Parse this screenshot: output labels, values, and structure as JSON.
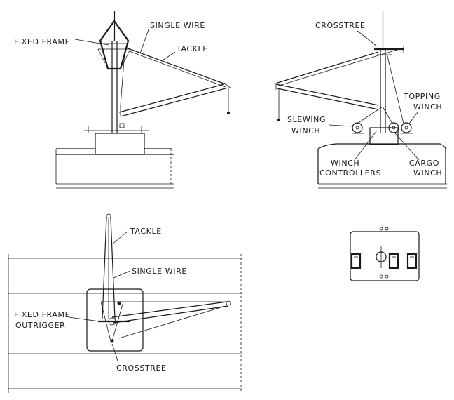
{
  "labels": {
    "front_fixed_frame": "FIXED FRAME",
    "front_single_wire": "SINGLE WIRE",
    "front_tackle": "TACKLE",
    "side_crosstree": "CROSSTREE",
    "side_topping_winch_1": "TOPPING",
    "side_topping_winch_2": "WINCH",
    "side_slewing_winch_1": "SLEWING",
    "side_slewing_winch_2": "WINCH",
    "side_winch_controllers_1": "WINCH",
    "side_winch_controllers_2": "CONTROLLERS",
    "side_cargo_winch_1": "CARGO",
    "side_cargo_winch_2": "WINCH",
    "plan_tackle": "TACKLE",
    "plan_single_wire": "SINGLE WIRE",
    "plan_fixed_frame_1": "FIXED FRAME",
    "plan_fixed_frame_2": "OUTRIGGER",
    "plan_crosstree": "CROSSTREE"
  }
}
